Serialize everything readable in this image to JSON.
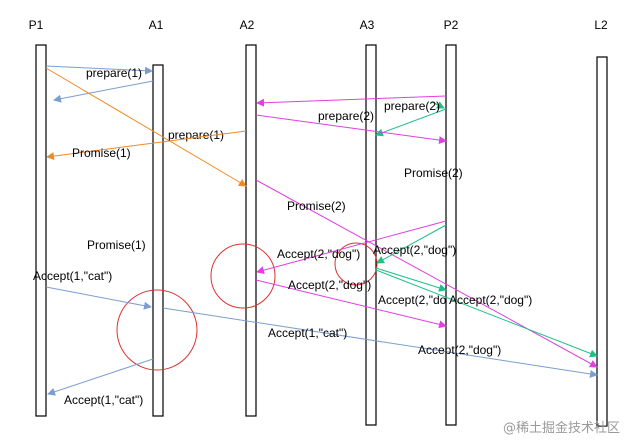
{
  "participants": [
    {
      "id": "P1",
      "label": "P1"
    },
    {
      "id": "A1",
      "label": "A1"
    },
    {
      "id": "A2",
      "label": "A2"
    },
    {
      "id": "A3",
      "label": "A3"
    },
    {
      "id": "P2",
      "label": "P2"
    },
    {
      "id": "L2",
      "label": "L2"
    }
  ],
  "colors": {
    "blue": "#7b9ed1",
    "orange": "#f08a24",
    "magenta": "#e040e0",
    "green": "#1fbf8a",
    "red": "#e03030",
    "lifeline": "#000000"
  },
  "messages": [
    {
      "id": "m1",
      "from": "P1",
      "to": "A1",
      "color": "blue",
      "label": "prepare(1)"
    },
    {
      "id": "m2",
      "from": "A1",
      "to": "P1",
      "color": "blue",
      "label": ""
    },
    {
      "id": "m3",
      "from": "P2",
      "to": "A2",
      "color": "magenta",
      "label": ""
    },
    {
      "id": "m4",
      "from": "P2",
      "to": "A3",
      "color": "green",
      "label": "prepare(2)"
    },
    {
      "id": "m5",
      "from": "A2",
      "to": "P2",
      "color": "magenta",
      "label": "prepare(2)"
    },
    {
      "id": "m6",
      "from": "P1",
      "to": "A2",
      "color": "orange",
      "label": "prepare(1)"
    },
    {
      "id": "m7",
      "from": "A2",
      "to": "P1",
      "color": "orange",
      "label": "Promise(1)"
    },
    {
      "id": "m8",
      "from": "A2",
      "to": "L2",
      "color": "magenta",
      "label": "Promise(2)"
    },
    {
      "id": "m9",
      "from": "P2",
      "to": "A2",
      "color": "magenta",
      "label": "Accept(2,\"dog\")"
    },
    {
      "id": "m10",
      "from": "P2",
      "to": "A3",
      "color": "green",
      "label": "Accept(2,\"dog\")"
    },
    {
      "id": "m11",
      "from": "A2",
      "to": "P2",
      "color": "magenta",
      "label": "Accept(2,\"dog\")"
    },
    {
      "id": "m12",
      "from": "A3",
      "to": "P2",
      "color": "green",
      "label": "Accept(2,\"do"
    },
    {
      "id": "m13",
      "from": "A3",
      "to": "L2",
      "color": "green",
      "label": "Accept(2,\"dog\")"
    },
    {
      "id": "m14",
      "from": "P1",
      "to": "A1",
      "color": "blue",
      "label": "Accept(1,\"cat\")"
    },
    {
      "id": "m15",
      "from": "A1",
      "to": "L2",
      "color": "blue",
      "label": "Accept(1,\"cat\")"
    },
    {
      "id": "m16",
      "from": "A1",
      "to": "P1",
      "color": "blue",
      "label": "Accept(1,\"cat\")"
    },
    {
      "id": "m17",
      "from": "P2",
      "to": "L2",
      "color": "magenta",
      "label": "Accept(2,\"dog\")"
    }
  ],
  "notes": [
    {
      "id": "n1",
      "text": "Promise(2)"
    },
    {
      "id": "n2",
      "text": "Promise(1)"
    }
  ],
  "watermark": "@稀土掘金技术社区"
}
